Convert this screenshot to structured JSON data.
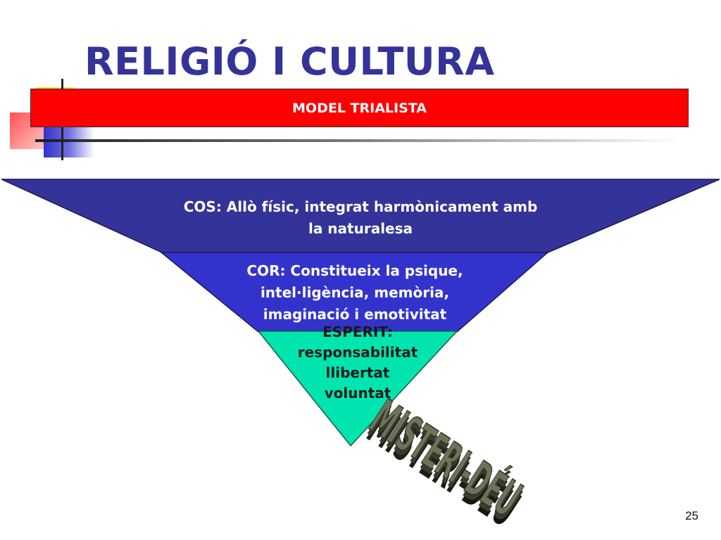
{
  "slide": {
    "title": "RELIGIÓ I CULTURA",
    "subtitle": "MODEL TRIALISTA",
    "page_number": "25"
  },
  "pyramid": {
    "levels": [
      {
        "lines": [
          "COS: Allò físic, integrat harmònicament amb",
          "la naturalesa"
        ],
        "color": "#333399"
      },
      {
        "lines": [
          "COR: Constitueix la psique,",
          "intel·ligència, memòria,",
          "imaginació i emotivitat"
        ],
        "color": "#3333CC"
      },
      {
        "lines": [
          "ESPERIT:",
          "responsabilitat",
          "llibertat",
          "voluntat"
        ],
        "color": "#00E5B0"
      }
    ],
    "apex_label": "MISTERI-DÉU"
  },
  "colors": {
    "title": "#333399",
    "subtitle_bar": "#FF0000",
    "subtitle_text": "#FFFFFF",
    "deco_yellow": "#FFE600",
    "deco_red": "#FF6666",
    "deco_blue": "#3333CC",
    "apex_text": "#6B7358"
  }
}
